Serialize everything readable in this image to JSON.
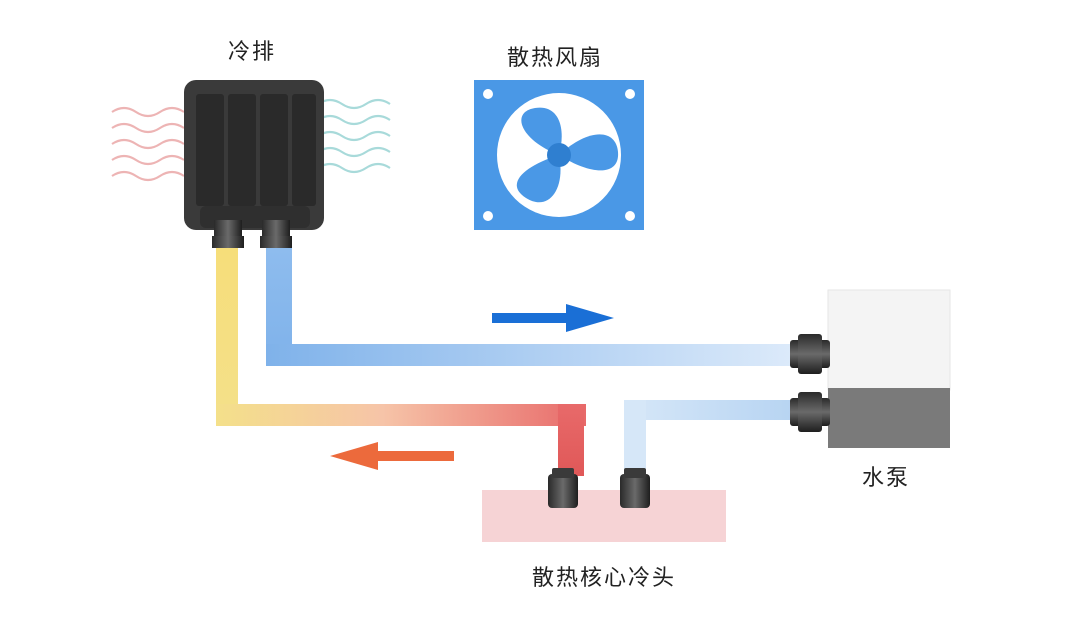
{
  "labels": {
    "radiator": "冷排",
    "fan": "散热风扇",
    "pump": "水泵",
    "cold_head": "散热核心冷头"
  },
  "colors": {
    "hot": "#e66a4a",
    "cold": "#8ab8e8",
    "warm_mid": "#f2d06a",
    "flow_arrow_blue": "#1a6fd6",
    "flow_arrow_orange": "#ec6a3c",
    "fan_panel": "#4a98e6",
    "radiator_body": "#3a3a3a",
    "pump_top": "#f2f2f2",
    "pump_bottom": "#7a7a7a",
    "cold_head_pad": "#f6d3d5"
  },
  "icons": [
    "radiator-icon",
    "fan-icon",
    "pump-icon",
    "cold-head-icon",
    "arrow-right-icon",
    "arrow-left-icon"
  ]
}
